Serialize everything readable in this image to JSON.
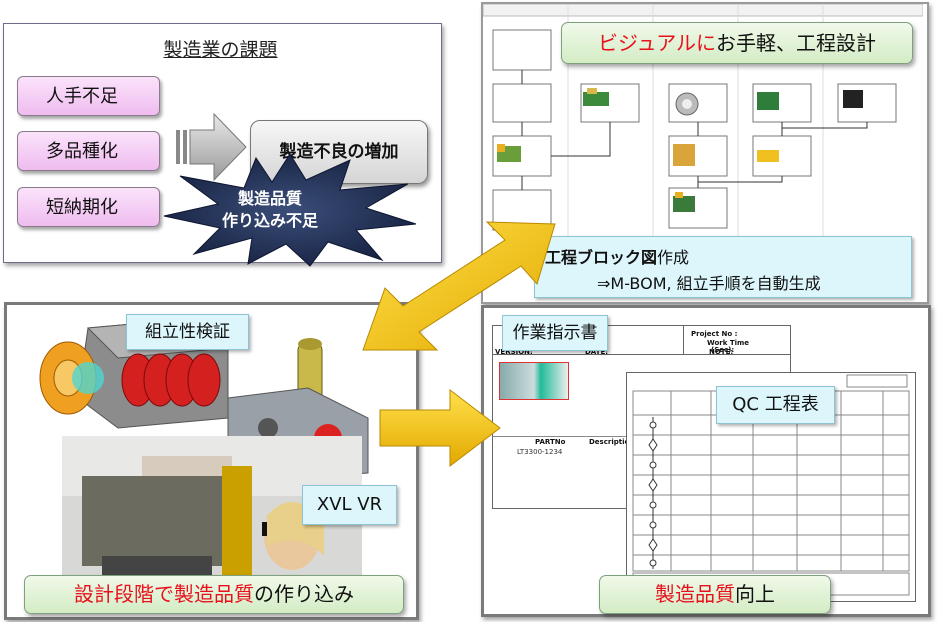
{
  "challenges": {
    "title": "製造業の課題",
    "causes": [
      "人手不足",
      "多品種化",
      "短納期化"
    ],
    "result": "製造不良の増加",
    "burst_line1": "製造品質",
    "burst_line2": "作り込み不足"
  },
  "process_design": {
    "label_red": "ビジュアルに",
    "label_rest": "お手軽、工程設計",
    "block_label_bold": "工程ブロック図",
    "block_label_rest": "作成",
    "block_label_line2": "⇒M-BOM, 組立手順を自動生成"
  },
  "verification": {
    "assembly_label": "組立性検証",
    "vr_label": "XVL VR",
    "bottom_red": "設計段階で製造品質",
    "bottom_rest": "の作り込み"
  },
  "documents": {
    "work_instruction_label": "作業指示書",
    "qc_label": "QC 工程表",
    "bottom_red": "製造品質",
    "bottom_rest": "向上",
    "sheet_project": "Project No :",
    "sheet_worktime": "Work Time",
    "sheet_sec": "(Sec):",
    "sheet_version": "VERSION:",
    "sheet_date": "DATE:",
    "sheet_note": "NOTE:",
    "sheet_partno": "PARTNo",
    "sheet_partno_value": "LT3300-1234",
    "sheet_description": "Description"
  },
  "colors": {
    "accent_red": "#e8101a",
    "arrow_yellow": "#f5c400",
    "green_label": "#d3ecc5",
    "cyan_label": "#dcf6fb",
    "pink_box": "#efbcef",
    "burst_navy": "#1b2a52"
  }
}
